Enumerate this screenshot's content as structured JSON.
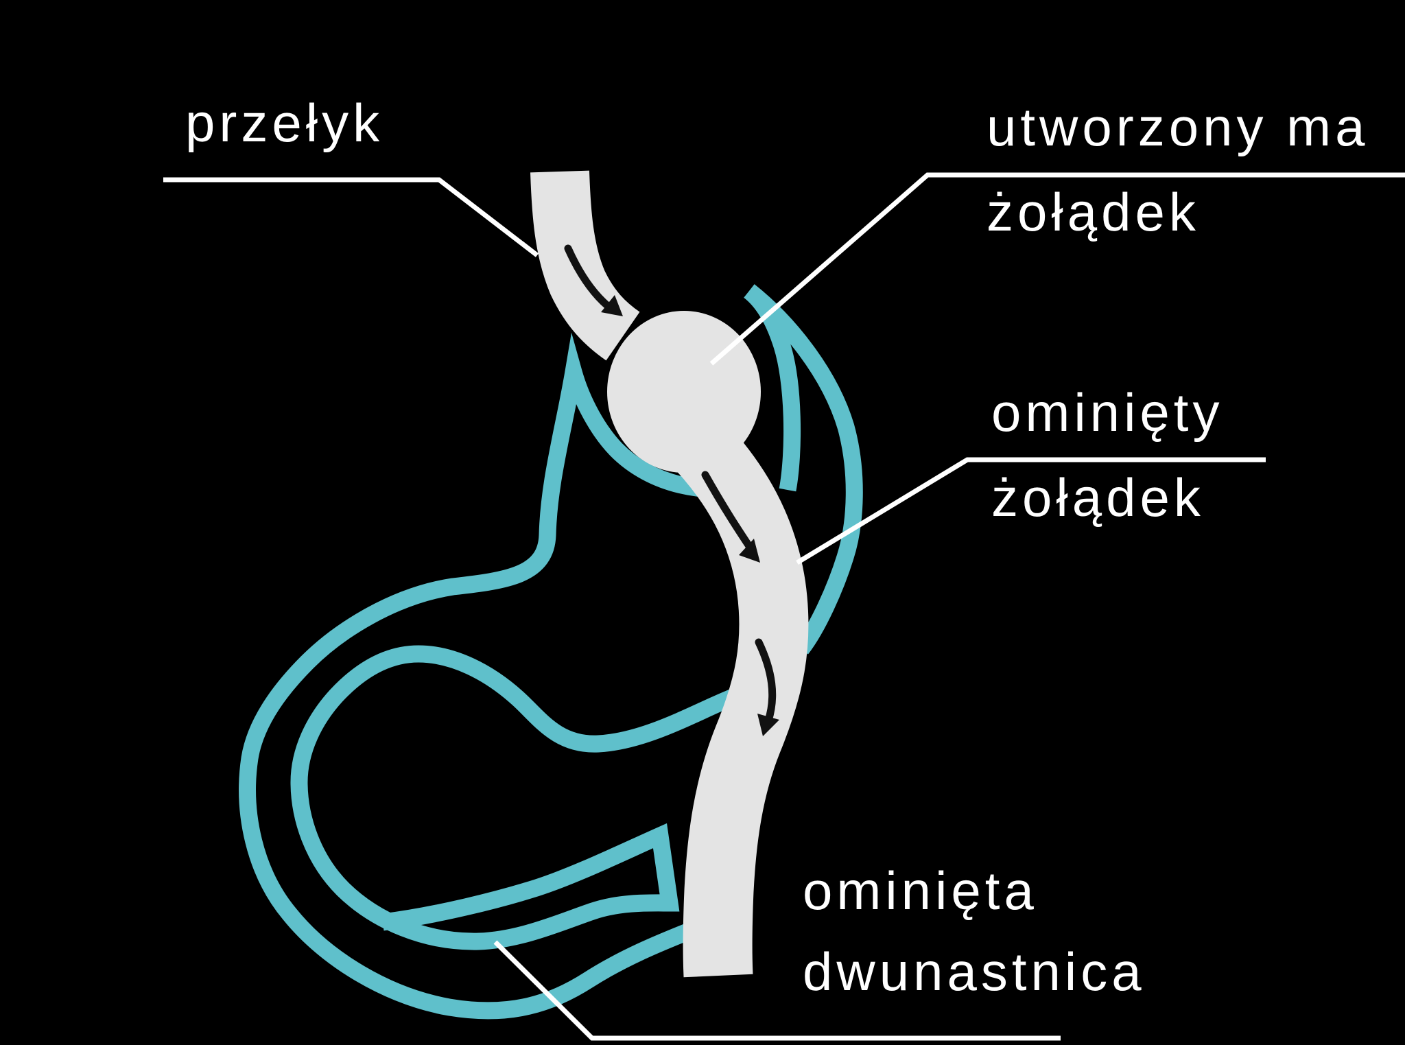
{
  "diagram": {
    "title_semantic": "gastric-bypass-diagram",
    "background_color": "#000000",
    "colors": {
      "tract_gray": "#e4e4e4",
      "bypassed_teal": "#5fc0cb",
      "arrow_black": "#111111",
      "leader_white": "#ffffff",
      "label_white": "#ffffff"
    },
    "labels": {
      "esophagus": {
        "text": "przełyk"
      },
      "small_stomach": {
        "line1": "utworzony ma",
        "line2": "żołądek"
      },
      "bypassed_stomach": {
        "line1": "ominięty",
        "line2": "żołądek"
      },
      "bypassed_duodenum": {
        "line1": "ominięta",
        "line2": "dwunastnica"
      }
    },
    "parts": {
      "esophagus_shape": "esophagus tube entering small pouch",
      "pouch_shape": "created small stomach pouch",
      "roux_limb_shape": "jejunal limb carrying food downward",
      "bypassed_stomach_outline": "excluded stomach drawn as teal outline",
      "bypassed_duodenum_outline": "excluded duodenum stump drawn as teal outline",
      "flow_arrows_count": 3
    }
  }
}
